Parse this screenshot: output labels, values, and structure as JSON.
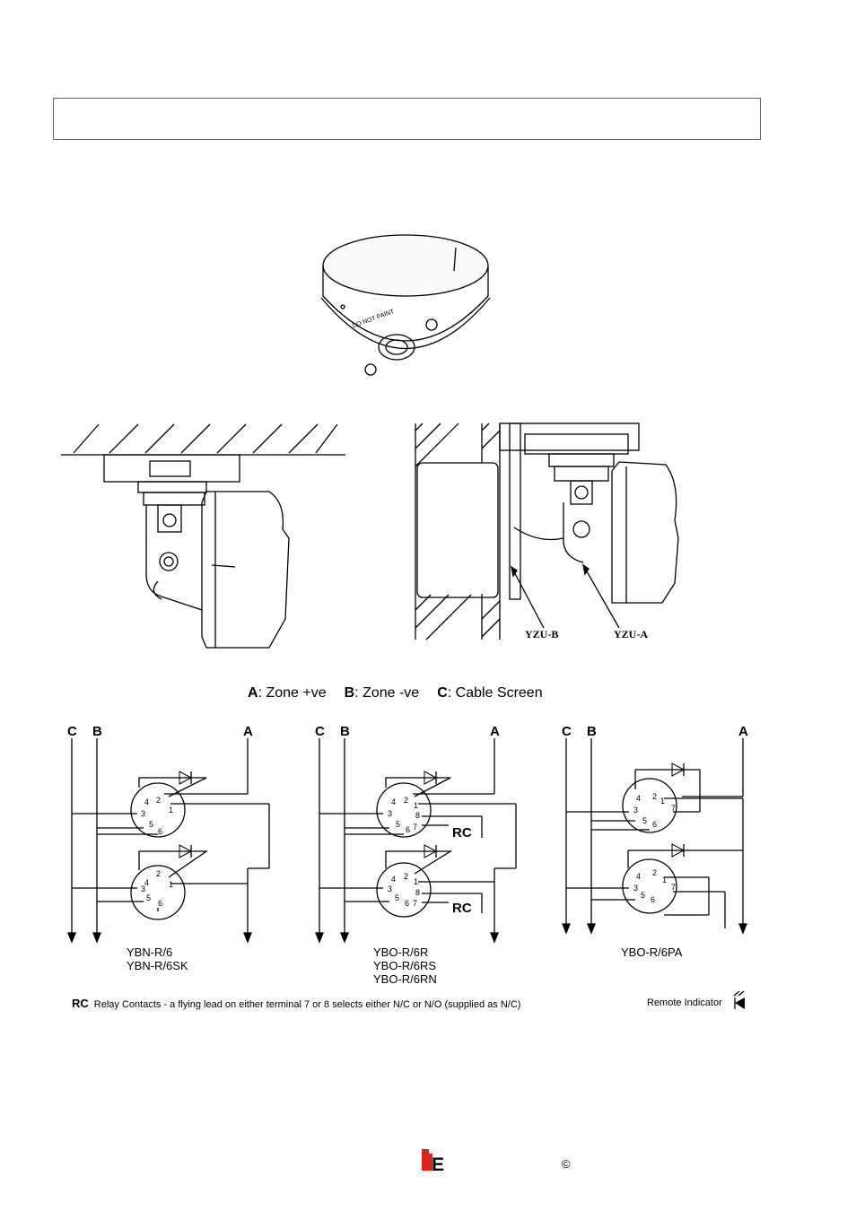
{
  "legend": {
    "a_key": "A",
    "a_text": ": Zone +ve",
    "b_key": "B",
    "b_text": ": Zone -ve",
    "c_key": "C",
    "c_text": ": Cable Screen"
  },
  "photo": {
    "label_do_not_paint": "DO NOT PAINT"
  },
  "mounting": {
    "yzu_b": "YZU-B",
    "yzu_a": "YZU-A"
  },
  "wiring": [
    {
      "c": "C",
      "b": "B",
      "a": "A",
      "models": [
        "YBN-R/6",
        "YBN-R/6SK"
      ]
    },
    {
      "c": "C",
      "b": "B",
      "a": "A",
      "models": [
        "YBO-R/6R",
        "YBO-R/6RS",
        "YBO-R/6RN"
      ],
      "rc": "RC"
    },
    {
      "c": "C",
      "b": "B",
      "a": "A",
      "models": [
        "YBO-R/6PA"
      ]
    }
  ],
  "footnote": {
    "key": "RC",
    "text": "Relay Contacts - a flying lead on either terminal 7 or 8 selects either N/C or N/O (supplied as N/C)"
  },
  "remote_indicator": "Remote Indicator",
  "footer": {
    "copyright": "©"
  },
  "colors": {
    "header_border": "#2a6fb0",
    "logo_red": "#d9261c"
  }
}
